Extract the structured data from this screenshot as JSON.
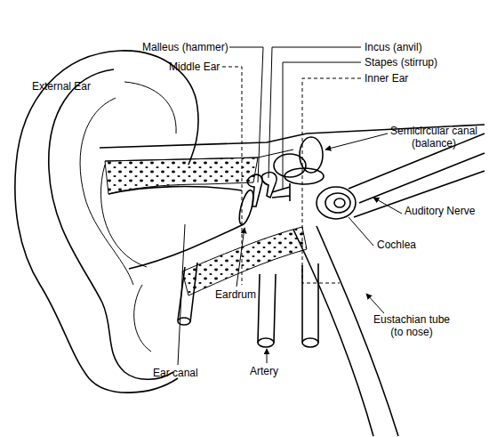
{
  "diagram": {
    "labels": [
      "External Ear",
      "Malleus (hammer)",
      "Middle Ear",
      "Incus (anvil)",
      "Stapes (stirrup)",
      "Inner Ear",
      "Semicircular canal (balance)",
      "Auditory Nerve",
      "Cochlea",
      "Eardrum",
      "Ear canal",
      "Artery",
      "Eustachian tube (to nose)"
    ]
  }
}
